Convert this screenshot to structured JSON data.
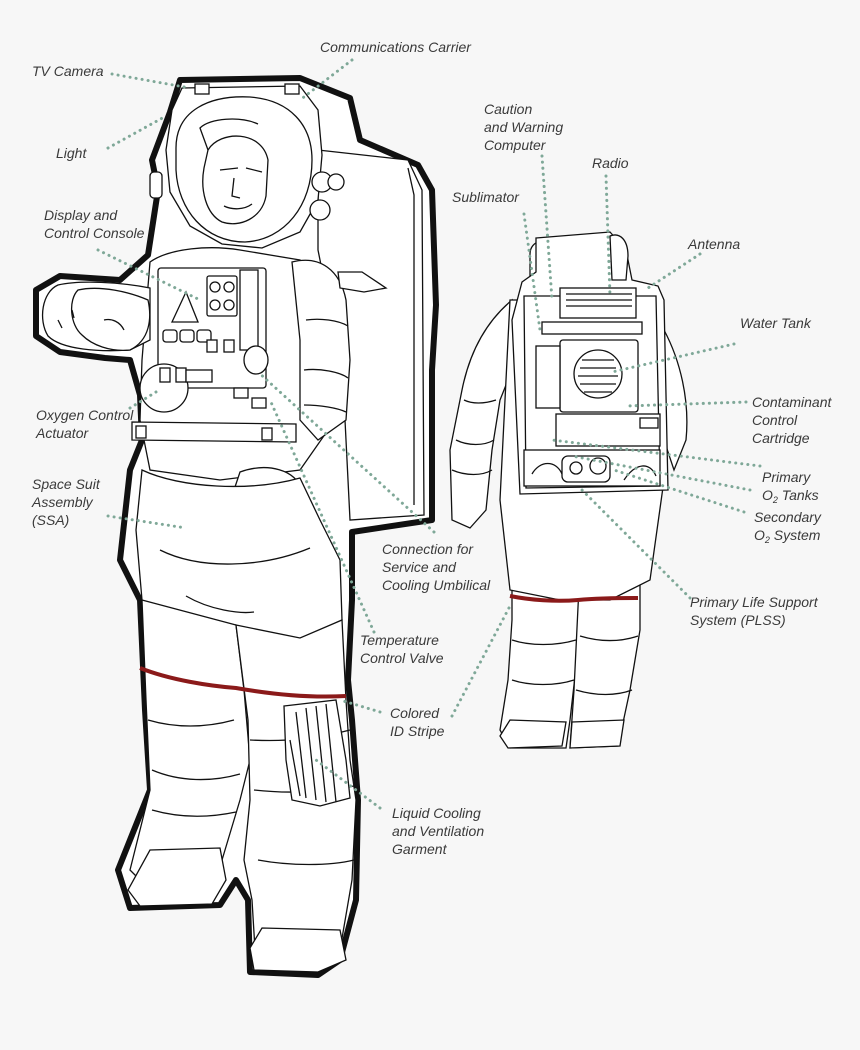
{
  "labels": {
    "tv_camera": "TV Camera",
    "communications_carrier": "Communications Carrier",
    "light": "Light",
    "caution_1": "Caution",
    "caution_2": "and Warning",
    "caution_3": "Computer",
    "radio": "Radio",
    "sublimator": "Sublimator",
    "antenna": "Antenna",
    "display_1": "Display and",
    "display_2": "Control Console",
    "water_tank": "Water Tank",
    "oxygen_1": "Oxygen Control",
    "oxygen_2": "Actuator",
    "contaminant_1": "Contaminant",
    "contaminant_2": "Control",
    "contaminant_3": "Cartridge",
    "primary_o2_1": "Primary",
    "primary_o2_2": "Tanks",
    "secondary_o2_1": "Secondary",
    "secondary_o2_2": "System",
    "o2_letter": "O",
    "o2_sub": "2",
    "ssa_1": "Space Suit",
    "ssa_2": "Assembly",
    "ssa_3": "(SSA)",
    "connection_1": "Connection for",
    "connection_2": "Service and",
    "connection_3": "Cooling Umbilical",
    "plss_1": "Primary Life Support",
    "plss_2": "System (PLSS)",
    "temperature_1": "Temperature",
    "temperature_2": "Control Valve",
    "id_stripe_1": "Colored",
    "id_stripe_2": "ID Stripe",
    "lcvg_1": "Liquid Cooling",
    "lcvg_2": "and Ventilation",
    "lcvg_3": "Garment"
  },
  "colors": {
    "background": "#f7f7f7",
    "outline": "#111111",
    "suit_fill": "#ffffff",
    "leader_line": "#7fa898",
    "id_stripe": "#8b1a1a",
    "label_text": "#3a3a3a"
  }
}
